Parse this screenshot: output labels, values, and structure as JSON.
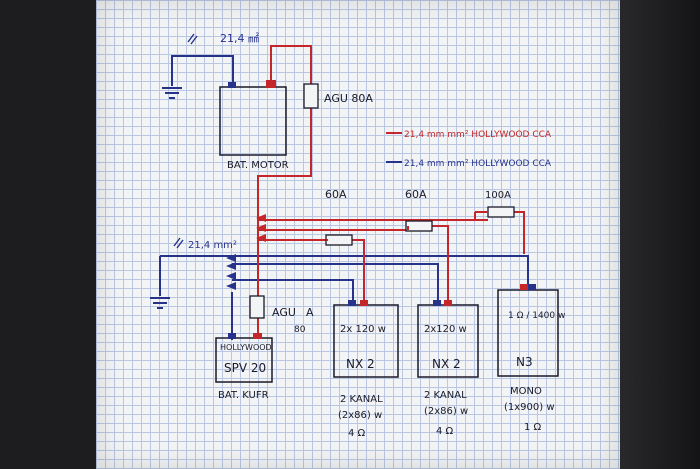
{
  "battery_motor": {
    "label": "BAT. MOTOR"
  },
  "battery_kufr": {
    "brand": "HOLLYWOOD",
    "model": "SPV 20",
    "label": "BAT. KUFR"
  },
  "ground_cable_top": "21,4 ㎟",
  "ground_cable_left": "21,4 mm²",
  "fuse_main": "AGU 80A",
  "fuse_second": {
    "name": "AGU",
    "value": "A",
    "amp": "80"
  },
  "fuse_labels": [
    "60A",
    "60A",
    "100A"
  ],
  "legend": {
    "red": "21,4 mm mm²  HOLLYWOOD CCA",
    "blue": "21,4 mm mm²  HOLLYWOOD CCA"
  },
  "amps": [
    {
      "spec": "2x 120 w",
      "name": "NX 2",
      "desc1": "2 KANAL",
      "desc2": "(2x86) w",
      "desc3": "4 Ω"
    },
    {
      "spec": "2x120 w",
      "name": "NX 2",
      "desc1": "2 KANAL",
      "desc2": "(2x86) w",
      "desc3": "4 Ω"
    },
    {
      "spec": "1 Ω / 1400 w",
      "name": "N3",
      "desc1": "MONO",
      "desc2": "(1x900) w",
      "desc3": "1 Ω"
    }
  ],
  "colors": {
    "red": "#c4262a",
    "blue": "#27338a",
    "ink": "#1a1a2a"
  }
}
